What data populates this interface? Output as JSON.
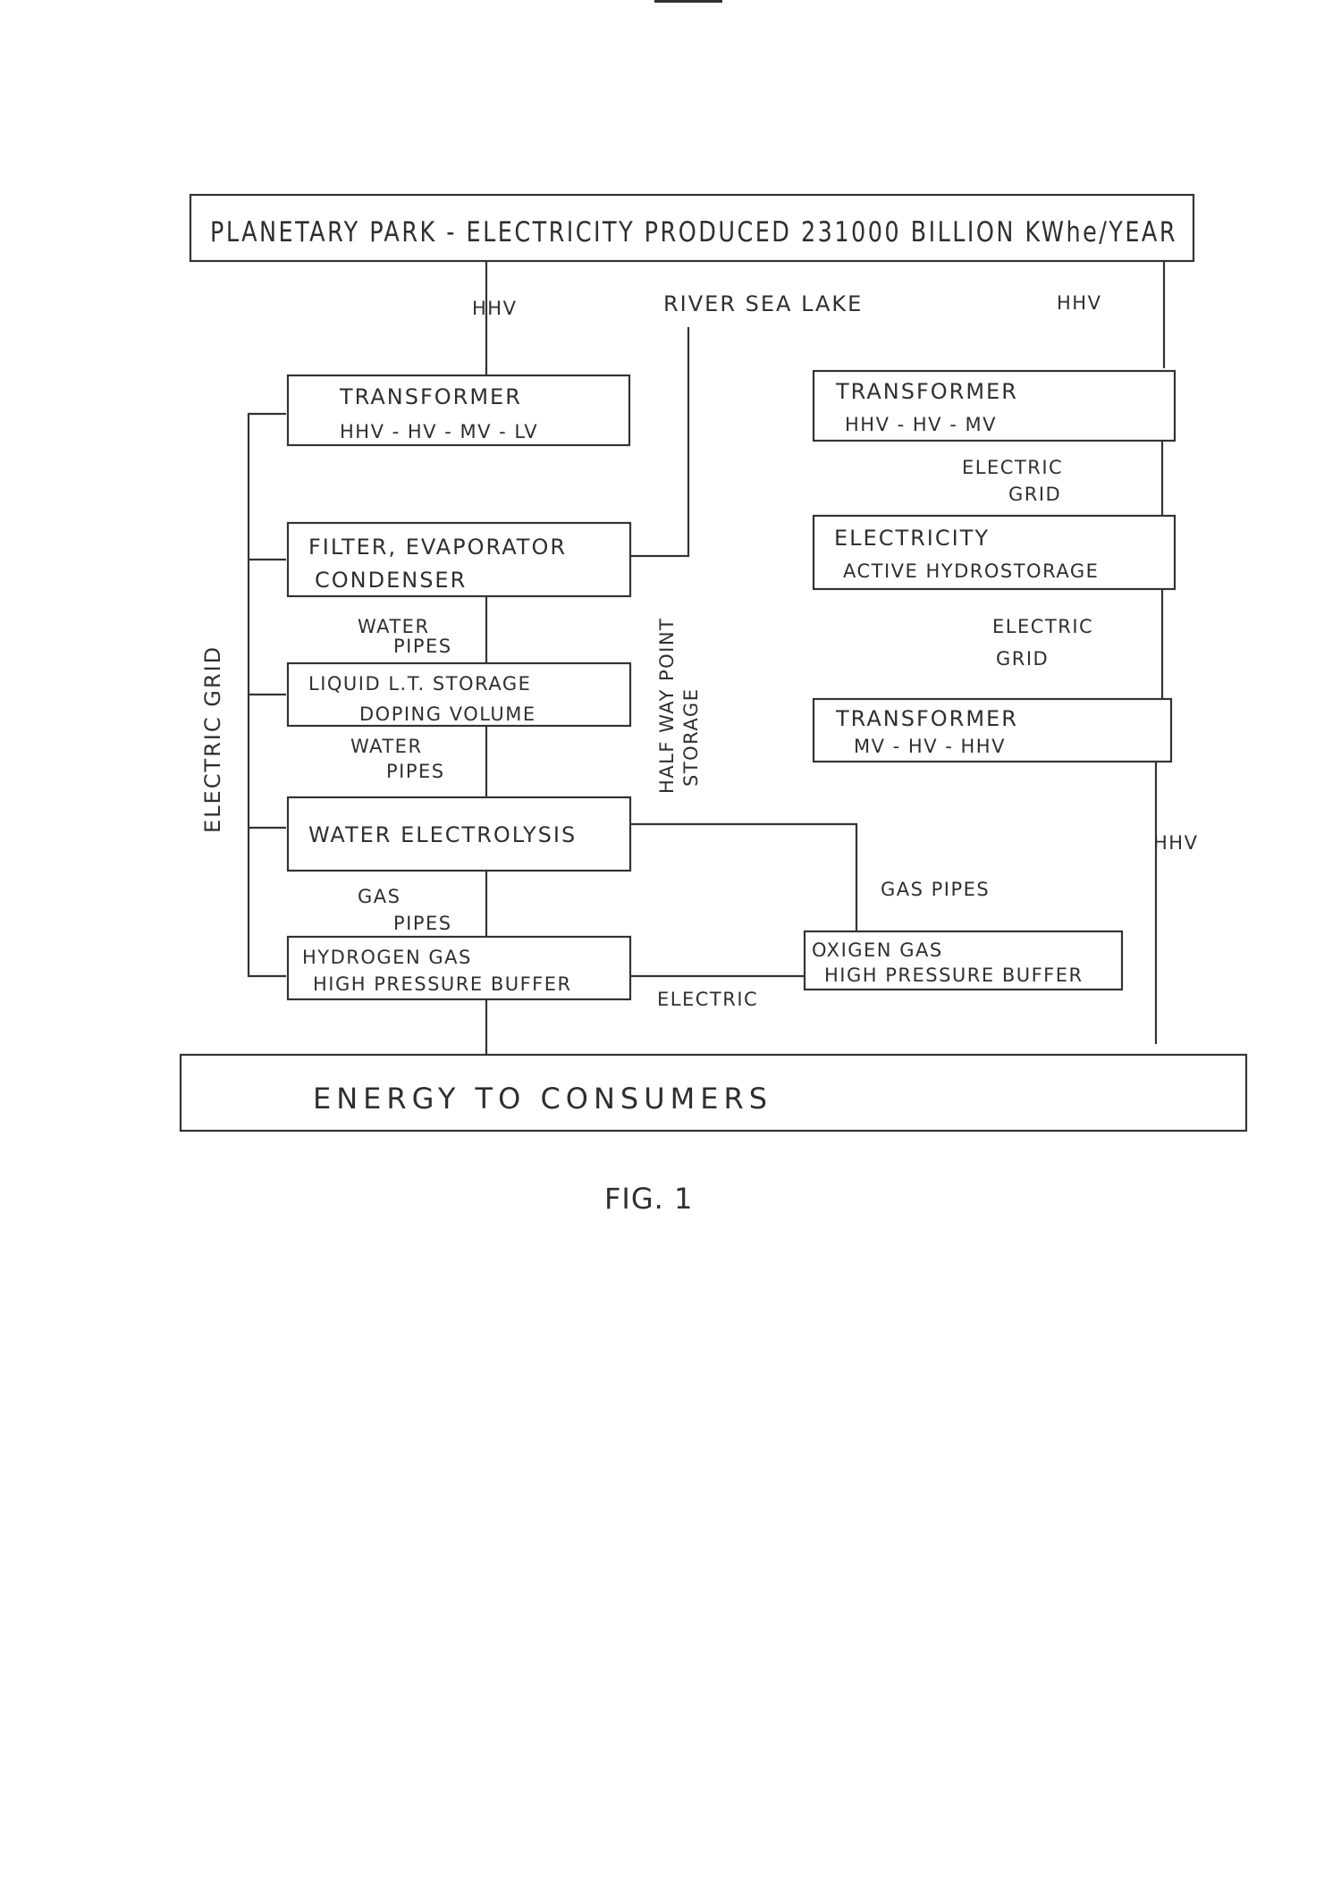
{
  "diagram": {
    "title_box": "PLANETARY PARK - ELECTRICITY PRODUCED 231000 BILLION KWhe/YEAR",
    "hhv_left": "HHV",
    "hhv_right": "HHV",
    "hhv_lower_right": "HHV",
    "river_label": "RIVER SEA LAKE",
    "electric_grid_left": "ELECTRIC GRID",
    "half_way": {
      "line1": "HALF WAY POINT",
      "line2": "STORAGE"
    },
    "left_column": {
      "transformer": {
        "line1": "TRANSFORMER",
        "line2": "HHV - HV - MV - LV"
      },
      "filter": {
        "line1": "FILTER, EVAPORATOR",
        "line2": "CONDENSER"
      },
      "water_pipes_1": {
        "line1": "WATER",
        "line2": "PIPES"
      },
      "storage": {
        "line1": "LIQUID L.T. STORAGE",
        "line2": "DOPING VOLUME"
      },
      "water_pipes_2": {
        "line1": "WATER",
        "line2": "PIPES"
      },
      "electrolysis": "WATER ELECTROLYSIS",
      "gas_pipes": {
        "line1": "GAS",
        "line2": "PIPES"
      },
      "hydrogen": {
        "line1": "HYDROGEN GAS",
        "line2": "HIGH PRESSURE BUFFER"
      }
    },
    "right_column": {
      "transformer_top": {
        "line1": "TRANSFORMER",
        "line2": "HHV - HV - MV"
      },
      "electric_grid_1": {
        "line1": "ELECTRIC",
        "line2": "GRID"
      },
      "hydrostorage": {
        "line1": "ELECTRICITY",
        "line2": "ACTIVE HYDROSTORAGE"
      },
      "electric_grid_2": {
        "line1": "ELECTRIC",
        "line2": "GRID"
      },
      "transformer_bottom": {
        "line1": "TRANSFORMER",
        "line2": "MV - HV - HHV"
      },
      "gas_pipes": "GAS PIPES",
      "oxigen": {
        "line1": "OXIGEN GAS",
        "line2": "HIGH PRESSURE BUFFER"
      }
    },
    "electric_link": "ELECTRIC",
    "energy_box": "ENERGY TO CONSUMERS",
    "figure_label": "FIG. 1"
  }
}
